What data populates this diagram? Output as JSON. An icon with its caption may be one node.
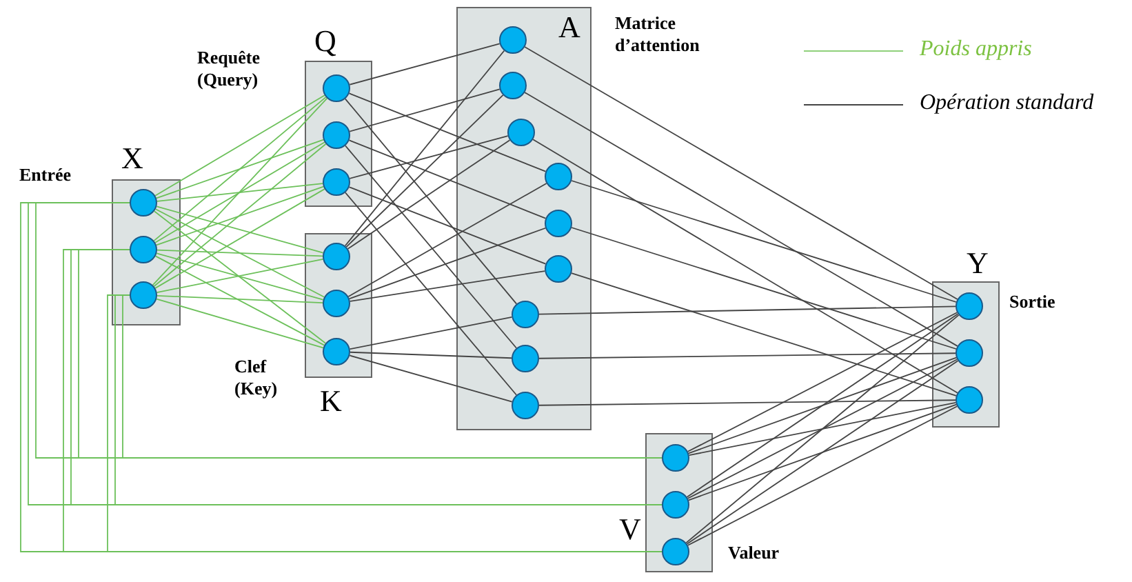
{
  "diagram": {
    "nodes": [
      {
        "text": [
          "X"
        ],
        "beside": [
          "Entrée"
        ]
      },
      {
        "text": [],
        "shape": "circle",
        "in": 0
      },
      {
        "text": [],
        "shape": "circle",
        "in": 0
      },
      {
        "text": [],
        "shape": "circle",
        "in": 0
      },
      {
        "text": [
          "Q"
        ],
        "beside": [
          "Requête (Query)"
        ]
      },
      {
        "text": [],
        "shape": "circle",
        "in": 4
      },
      {
        "text": [],
        "shape": "circle",
        "in": 4
      },
      {
        "text": [],
        "shape": "circle",
        "in": 4
      },
      {
        "text": [
          "K"
        ],
        "beside": [
          "Clef (Key)"
        ]
      },
      {
        "text": [],
        "shape": "circle",
        "in": 8
      },
      {
        "text": [],
        "shape": "circle",
        "in": 8
      },
      {
        "text": [],
        "shape": "circle",
        "in": 8
      },
      {
        "text": [
          "A"
        ],
        "beside": [
          "Matrice d’attention"
        ]
      },
      {
        "text": [],
        "shape": "circle",
        "in": 12
      },
      {
        "text": [],
        "shape": "circle",
        "in": 12
      },
      {
        "text": [],
        "shape": "circle",
        "in": 12
      },
      {
        "text": [],
        "shape": "circle",
        "in": 12
      },
      {
        "text": [],
        "shape": "circle",
        "in": 12
      },
      {
        "text": [],
        "shape": "circle",
        "in": 12
      },
      {
        "text": [],
        "shape": "circle",
        "in": 12
      },
      {
        "text": [],
        "shape": "circle",
        "in": 12
      },
      {
        "text": [],
        "shape": "circle",
        "in": 12
      },
      {
        "text": [
          "V"
        ],
        "beside": [
          "Valeur"
        ]
      },
      {
        "text": [],
        "shape": "circle",
        "in": 22
      },
      {
        "text": [],
        "shape": "circle",
        "in": 22
      },
      {
        "text": [],
        "shape": "circle",
        "in": 22
      },
      {
        "text": [
          "Y"
        ],
        "beside": [
          "Sortie"
        ]
      },
      {
        "text": [],
        "shape": "circle",
        "in": 26
      },
      {
        "text": [],
        "shape": "circle",
        "in": 26
      },
      {
        "text": [],
        "shape": "circle",
        "in": 26
      }
    ],
    "edges": [
      {
        "from": 1,
        "to": 5,
        "arrow": "none",
        "color": "#6cc05a"
      },
      {
        "from": 1,
        "to": 6,
        "arrow": "none",
        "color": "#6cc05a"
      },
      {
        "from": 1,
        "to": 7,
        "arrow": "none",
        "color": "#6cc05a"
      },
      {
        "from": 2,
        "to": 5,
        "arrow": "none",
        "color": "#6cc05a"
      },
      {
        "from": 2,
        "to": 6,
        "arrow": "none",
        "color": "#6cc05a"
      },
      {
        "from": 2,
        "to": 7,
        "arrow": "none",
        "color": "#6cc05a"
      },
      {
        "from": 3,
        "to": 5,
        "arrow": "none",
        "color": "#6cc05a"
      },
      {
        "from": 3,
        "to": 6,
        "arrow": "none",
        "color": "#6cc05a"
      },
      {
        "from": 3,
        "to": 7,
        "arrow": "none",
        "color": "#6cc05a"
      },
      {
        "from": 1,
        "to": 9,
        "arrow": "none",
        "color": "#6cc05a"
      },
      {
        "from": 1,
        "to": 10,
        "arrow": "none",
        "color": "#6cc05a"
      },
      {
        "from": 1,
        "to": 11,
        "arrow": "none",
        "color": "#6cc05a"
      },
      {
        "from": 2,
        "to": 9,
        "arrow": "none",
        "color": "#6cc05a"
      },
      {
        "from": 2,
        "to": 10,
        "arrow": "none",
        "color": "#6cc05a"
      },
      {
        "from": 2,
        "to": 11,
        "arrow": "none",
        "color": "#6cc05a"
      },
      {
        "from": 3,
        "to": 9,
        "arrow": "none",
        "color": "#6cc05a"
      },
      {
        "from": 3,
        "to": 10,
        "arrow": "none",
        "color": "#6cc05a"
      },
      {
        "from": 3,
        "to": 11,
        "arrow": "none",
        "color": "#6cc05a"
      },
      {
        "from": 1,
        "to": 23,
        "arrow": "none",
        "color": "#6cc05a"
      },
      {
        "from": 1,
        "to": 24,
        "arrow": "none",
        "color": "#6cc05a"
      },
      {
        "from": 1,
        "to": 25,
        "arrow": "none",
        "color": "#6cc05a"
      },
      {
        "from": 2,
        "to": 23,
        "arrow": "none",
        "color": "#6cc05a"
      },
      {
        "from": 2,
        "to": 24,
        "arrow": "none",
        "color": "#6cc05a"
      },
      {
        "from": 2,
        "to": 25,
        "arrow": "none",
        "color": "#6cc05a"
      },
      {
        "from": 3,
        "to": 23,
        "arrow": "none",
        "color": "#6cc05a"
      },
      {
        "from": 3,
        "to": 24,
        "arrow": "none",
        "color": "#6cc05a"
      },
      {
        "from": 3,
        "to": 25,
        "arrow": "none",
        "color": "#6cc05a"
      },
      {
        "from": 5,
        "to": 13,
        "arrow": "none"
      },
      {
        "from": 5,
        "to": 16,
        "arrow": "none"
      },
      {
        "from": 5,
        "to": 19,
        "arrow": "none"
      },
      {
        "from": 6,
        "to": 14,
        "arrow": "none"
      },
      {
        "from": 6,
        "to": 17,
        "arrow": "none"
      },
      {
        "from": 6,
        "to": 20,
        "arrow": "none"
      },
      {
        "from": 7,
        "to": 15,
        "arrow": "none"
      },
      {
        "from": 7,
        "to": 18,
        "arrow": "none"
      },
      {
        "from": 7,
        "to": 21,
        "arrow": "none"
      },
      {
        "from": 9,
        "to": 13,
        "arrow": "none"
      },
      {
        "from": 9,
        "to": 14,
        "arrow": "none"
      },
      {
        "from": 9,
        "to": 15,
        "arrow": "none"
      },
      {
        "from": 10,
        "to": 16,
        "arrow": "none"
      },
      {
        "from": 10,
        "to": 17,
        "arrow": "none"
      },
      {
        "from": 10,
        "to": 18,
        "arrow": "none"
      },
      {
        "from": 11,
        "to": 19,
        "arrow": "none"
      },
      {
        "from": 11,
        "to": 20,
        "arrow": "none"
      },
      {
        "from": 11,
        "to": 21,
        "arrow": "none"
      },
      {
        "from": 13,
        "to": 27,
        "arrow": "none"
      },
      {
        "from": 14,
        "to": 28,
        "arrow": "none"
      },
      {
        "from": 15,
        "to": 29,
        "arrow": "none"
      },
      {
        "from": 16,
        "to": 27,
        "arrow": "none"
      },
      {
        "from": 17,
        "to": 28,
        "arrow": "none"
      },
      {
        "from": 18,
        "to": 29,
        "arrow": "none"
      },
      {
        "from": 19,
        "to": 27,
        "arrow": "none"
      },
      {
        "from": 20,
        "to": 28,
        "arrow": "none"
      },
      {
        "from": 21,
        "to": 29,
        "arrow": "none"
      },
      {
        "from": 23,
        "to": 27,
        "arrow": "none"
      },
      {
        "from": 23,
        "to": 28,
        "arrow": "none"
      },
      {
        "from": 23,
        "to": 29,
        "arrow": "none"
      },
      {
        "from": 24,
        "to": 27,
        "arrow": "none"
      },
      {
        "from": 24,
        "to": 28,
        "arrow": "none"
      },
      {
        "from": 24,
        "to": 29,
        "arrow": "none"
      },
      {
        "from": 25,
        "to": 27,
        "arrow": "none"
      },
      {
        "from": 25,
        "to": 28,
        "arrow": "none"
      },
      {
        "from": 25,
        "to": 29,
        "arrow": "none"
      }
    ],
    "legend": [
      {
        "text": "Poids appris"
      },
      {
        "text": "Opération standard"
      }
    ]
  }
}
